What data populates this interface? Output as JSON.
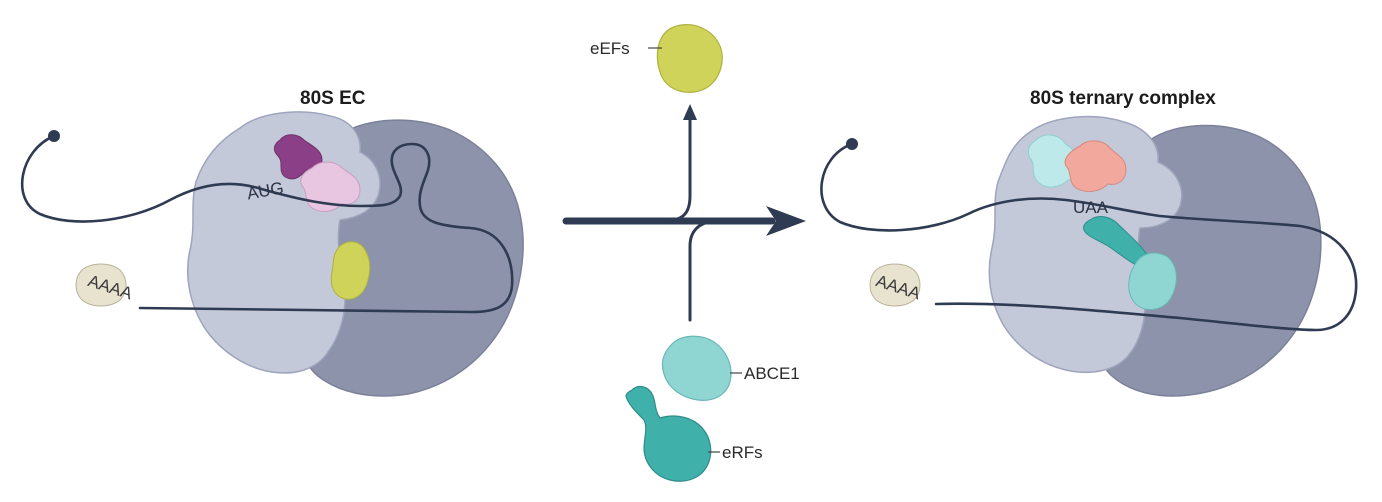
{
  "left_panel": {
    "title": "80S EC",
    "codon": "AUG",
    "poly_a": "AAAA"
  },
  "right_panel": {
    "title": "80S ternary complex",
    "codon": "UAA",
    "poly_a": "AAAA"
  },
  "factors": {
    "released": "eEFs",
    "incoming_1": "ABCE1",
    "incoming_2": "eRFs"
  },
  "colors": {
    "large_subunit": "#8d93aa",
    "small_subunit": "#c3c8d9",
    "mrna": "#2f3b52",
    "tRNA_p_site": "#8b3f86",
    "tRNA_a_site": "#e8c6e2",
    "eEF": "#cfd35a",
    "ABCE1": "#8fd6d3",
    "eRF": "#3fb0aa",
    "tRNA_right_1": "#bde9ea",
    "tRNA_right_2": "#f2a89c",
    "poly_a_binding": "#e8e3cf"
  }
}
